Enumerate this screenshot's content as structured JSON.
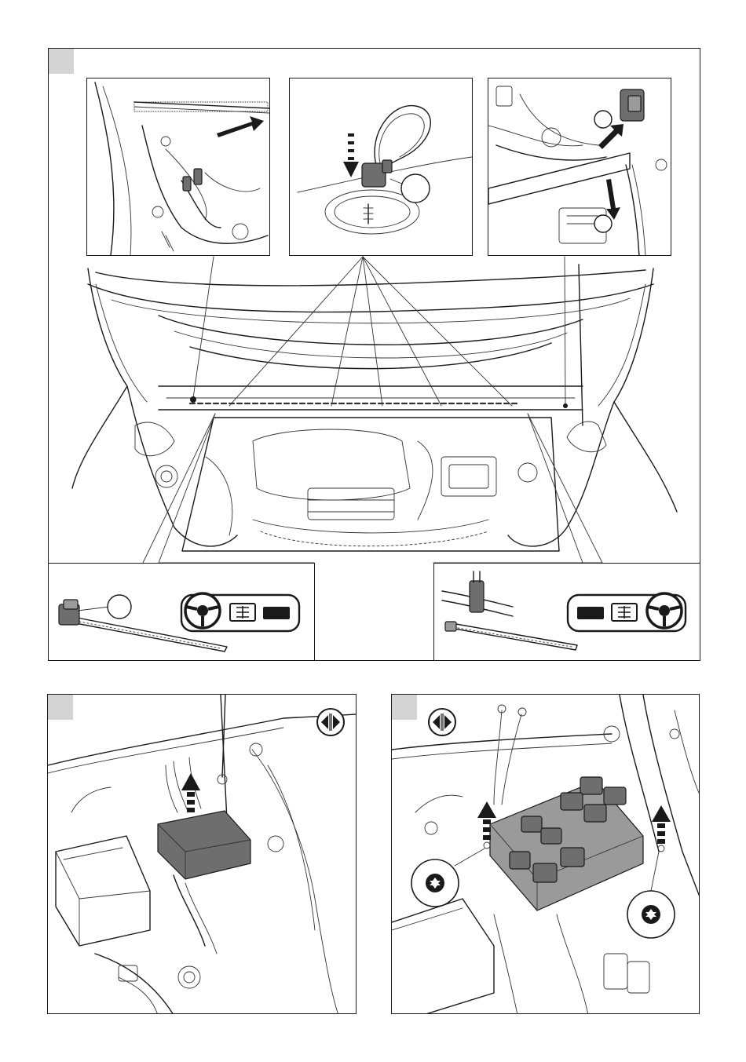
{
  "figures": [
    {
      "id": "fig1",
      "insets": [
        "bulkhead-left-inset",
        "clip-mount-inset",
        "bulkhead-right-inset"
      ],
      "bottom_panels": [
        "lhd-clip-panel",
        "rhd-clip-panel"
      ]
    },
    {
      "id": "fig2",
      "direction": "left-and-right"
    },
    {
      "id": "fig3",
      "direction": "left-and-right"
    }
  ],
  "steering": {
    "left_hand_drive": "LHD",
    "right_hand_drive": "RHD"
  },
  "icons": [
    "steering-wheel-icon",
    "torx-screw-icon",
    "double-arrow-icon",
    "dashed-arrow-icon"
  ],
  "colors": {
    "line": "#1a1a1a",
    "badge": "#d4d4d4",
    "part_fill": "#6e6e6e"
  }
}
